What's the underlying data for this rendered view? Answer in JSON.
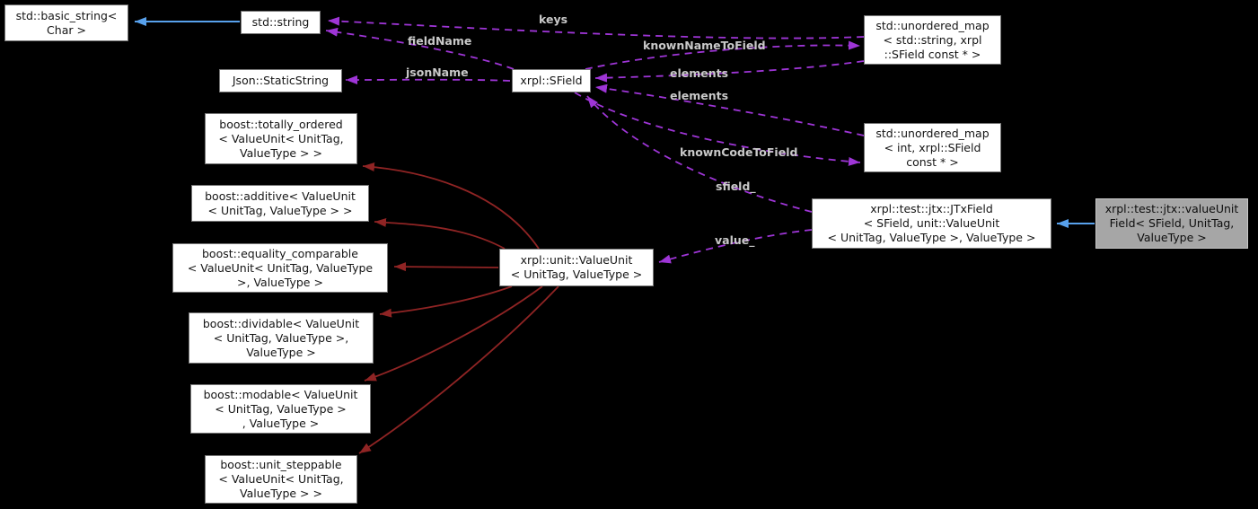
{
  "diagram": {
    "kind": "collaboration-graph",
    "colors": {
      "background": "#000000",
      "usage_edge": "#9e35d6",
      "public_inheritance_edge": "#58a1ec",
      "template_inheritance_edge": "#8f2424",
      "edge_label_text": "#c9c9c9",
      "node_fill": "#ffffff",
      "node_border": "#757575",
      "node_text": "#151515",
      "highlight_node_fill": "#a6a6a6"
    },
    "nodes": {
      "basic_string": {
        "label": "std::basic_string<\nChar >"
      },
      "std_string": {
        "label": "std::string"
      },
      "json_static_string": {
        "label": "Json::StaticString"
      },
      "sfield": {
        "label": "xrpl::SField"
      },
      "unordered_map_string": {
        "label": "std::unordered_map\n< std::string, xrpl\n::SField const * >"
      },
      "unordered_map_int": {
        "label": "std::unordered_map\n< int, xrpl::SField\nconst * >"
      },
      "jtx_field": {
        "label": "xrpl::test::jtx::JTxField\n< SField, unit::ValueUnit\n< UnitTag, ValueType >, ValueType >"
      },
      "value_unit_field": {
        "label": "xrpl::test::jtx::valueUnit\nField< SField, UnitTag,\nValueType >"
      },
      "value_unit": {
        "label": "xrpl::unit::ValueUnit\n< UnitTag, ValueType >"
      },
      "totally_ordered": {
        "label": "boost::totally_ordered\n< ValueUnit< UnitTag,\nValueType > >"
      },
      "additive": {
        "label": "boost::additive< ValueUnit\n< UnitTag, ValueType  > >"
      },
      "equality_comparable": {
        "label": "boost::equality_comparable\n< ValueUnit< UnitTag, ValueType\n>, ValueType  >"
      },
      "dividable": {
        "label": "boost::dividable< ValueUnit\n< UnitTag, ValueType  >,\nValueType  >"
      },
      "modable": {
        "label": "boost::modable< ValueUnit\n< UnitTag, ValueType  >\n, ValueType  >"
      },
      "unit_steppable": {
        "label": "boost::unit_steppable\n< ValueUnit< UnitTag,\nValueType  > >"
      }
    },
    "edge_labels": {
      "keys": "keys",
      "field_name": "fieldName",
      "json_name": "jsonName",
      "known_name_to_field": "knownNameToField",
      "elements_upper": "elements",
      "elements_lower": "elements",
      "known_code_to_field": "knownCodeToField",
      "sfield_member": "sfield_",
      "value_member": "value_"
    },
    "edges": [
      {
        "from": "std_string",
        "to": "basic_string",
        "type": "public-inheritance"
      },
      {
        "from": "value_unit_field",
        "to": "jtx_field",
        "type": "public-inheritance"
      },
      {
        "from": "unordered_map_string",
        "to": "std_string",
        "type": "usage",
        "label": "keys"
      },
      {
        "from": "sfield",
        "to": "std_string",
        "type": "usage",
        "label": "fieldName"
      },
      {
        "from": "sfield",
        "to": "json_static_string",
        "type": "usage",
        "label": "jsonName"
      },
      {
        "from": "sfield",
        "to": "unordered_map_string",
        "type": "usage",
        "label": "knownNameToField"
      },
      {
        "from": "unordered_map_string",
        "to": "sfield",
        "type": "usage",
        "label": "elements"
      },
      {
        "from": "unordered_map_int",
        "to": "sfield",
        "type": "usage",
        "label": "elements"
      },
      {
        "from": "sfield",
        "to": "unordered_map_int",
        "type": "usage",
        "label": "knownCodeToField"
      },
      {
        "from": "jtx_field",
        "to": "sfield",
        "type": "usage",
        "label": "sfield_"
      },
      {
        "from": "jtx_field",
        "to": "value_unit",
        "type": "usage",
        "label": "value_"
      },
      {
        "from": "value_unit",
        "to": "totally_ordered",
        "type": "template-inheritance"
      },
      {
        "from": "value_unit",
        "to": "additive",
        "type": "template-inheritance"
      },
      {
        "from": "value_unit",
        "to": "equality_comparable",
        "type": "template-inheritance"
      },
      {
        "from": "value_unit",
        "to": "dividable",
        "type": "template-inheritance"
      },
      {
        "from": "value_unit",
        "to": "modable",
        "type": "template-inheritance"
      },
      {
        "from": "value_unit",
        "to": "unit_steppable",
        "type": "template-inheritance"
      }
    ]
  }
}
